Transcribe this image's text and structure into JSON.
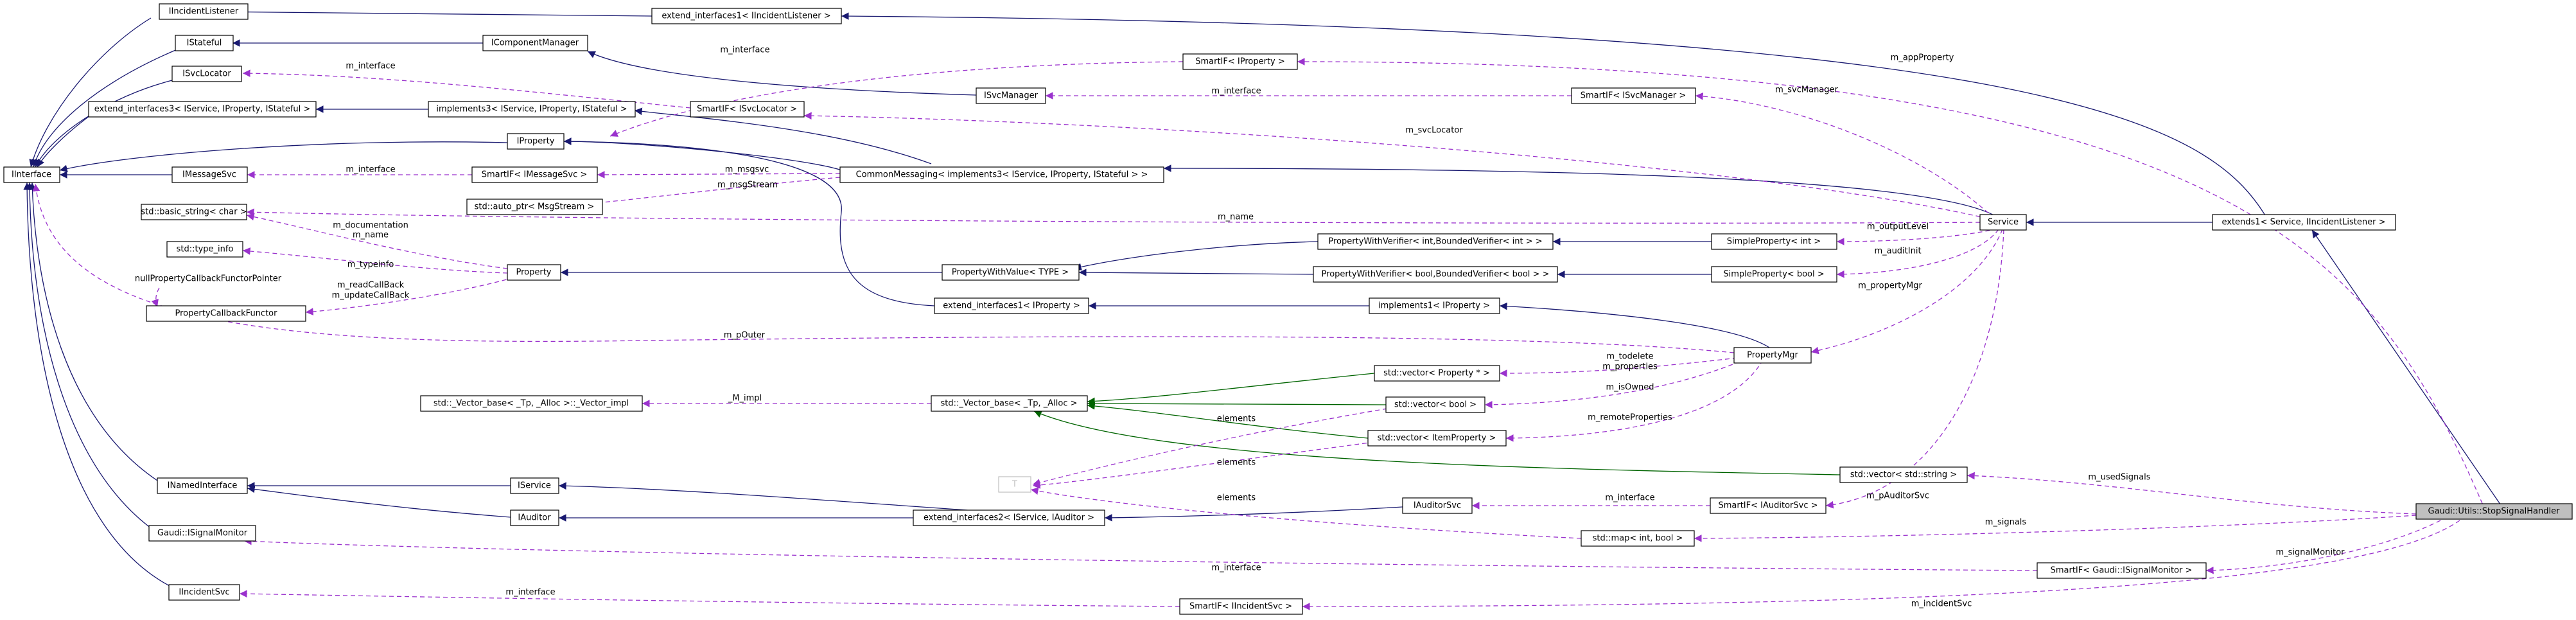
{
  "colors": {
    "inheritance": "#191970",
    "template": "#006400",
    "usage": "#9a32cd",
    "highlight_fill": "#bfbfbf",
    "faint": "#bfbfbf"
  },
  "nodes": {
    "iincidentlistener": "IIncidentListener",
    "istateful": "IStateful",
    "isvclocator": "ISvcLocator",
    "ext_interfaces3": "extend_interfaces3< IService, IProperty, IStateful >",
    "iinterface": "IInterface",
    "imessagesvc": "IMessageSvc",
    "basic_string": "std::basic_string< char >",
    "type_info": "std::type_info",
    "nullpropcb": "nullPropertyCallbackFunctorPointer",
    "propcbfunctor": "PropertyCallbackFunctor",
    "vector_impl": "std::_Vector_base< _Tp, _Alloc >::_Vector_impl",
    "inamedinterface": "INamedInterface",
    "signalmonitor": "Gaudi::ISignalMonitor",
    "iincidentsvc": "IIncidentSvc",
    "ext_interfaces1_ilistener": "extend_interfaces1< IIncidentListener >",
    "icomponentmanager": "IComponentManager",
    "implements3": "implements3< IService, IProperty, IStateful >",
    "iproperty": "IProperty",
    "smartif_imessagesvc": "SmartIF< IMessageSvc >",
    "auto_ptr_msgstream": "std::auto_ptr< MsgStream >",
    "property": "Property",
    "iservice": "IService",
    "iauditor": "IAuditor",
    "smartif_isvclocator": "SmartIF< ISvcLocator >",
    "isvcmanager": "ISvcManager",
    "smartif_iproperty": "SmartIF< IProperty >",
    "commonmessaging": "CommonMessaging< implements3< IService, IProperty, IStateful > >",
    "pwv_type": "PropertyWithValue< TYPE >",
    "ext_interfaces1_iproperty": "extend_interfaces1< IProperty >",
    "vector_base": "std::_Vector_base< _Tp, _Alloc >",
    "t": "T",
    "ext_interfaces2": "extend_interfaces2< IService, IAuditor >",
    "smartif_isvcmanager": "SmartIF< ISvcManager >",
    "pwv_int": "PropertyWithVerifier< int,BoundedVerifier< int > >",
    "pwv_bool": "PropertyWithVerifier< bool,BoundedVerifier< bool > >",
    "implements1_iproperty": "implements1< IProperty >",
    "vector_propptr": "std::vector< Property * >",
    "vector_bool": "std::vector< bool >",
    "vector_itemprop": "std::vector< ItemProperty >",
    "iauditorsvc": "IAuditorSvc",
    "map_int_bool": "std::map< int, bool >",
    "smartif_iincidentsvc": "SmartIF< IIncidentSvc >",
    "simpleprop_int": "SimpleProperty< int >",
    "simpleprop_bool": "SimpleProperty< bool >",
    "propertymgr": "PropertyMgr",
    "vector_string": "std::vector< std::string >",
    "smartif_iauditorsvc": "SmartIF< IAuditorSvc >",
    "smartif_signalmonitor": "SmartIF< Gaudi::ISignalMonitor >",
    "service": "Service",
    "extends1": "extends1< Service, IIncidentListener >",
    "stopsignalhandler": "Gaudi::Utils::StopSignalHandler"
  },
  "edge_labels": {
    "m_interface": "m_interface",
    "m_appProperty": "m_appProperty",
    "m_svcManager": "m_svcManager",
    "m_svcLocator": "m_svcLocator",
    "m_msgsvc": "m_msgsvc",
    "m_msgStream": "m_msgStream",
    "m_name": "m_name",
    "m_outputLevel": "m_outputLevel",
    "m_auditInit": "m_auditInit",
    "m_documentation": "m_documentation",
    "m_typeinfo": "m_typeinfo",
    "m_readCallBack": "m_readCallBack",
    "m_updateCallBack": "m_updateCallBack",
    "m_propertyMgr": "m_propertyMgr",
    "m_pOuter": "m_pOuter",
    "m_todelete": "m_todelete",
    "m_properties": "m_properties",
    "m_isOwned": "m_isOwned",
    "M_impl": "_M_impl",
    "elements": "elements",
    "m_remoteProperties": "m_remoteProperties",
    "m_usedSignals": "m_usedSignals",
    "m_pAuditorSvc": "m_pAuditorSvc",
    "m_signals": "m_signals",
    "m_signalMonitor": "m_signalMonitor",
    "m_incidentSvc": "m_incidentSvc"
  }
}
